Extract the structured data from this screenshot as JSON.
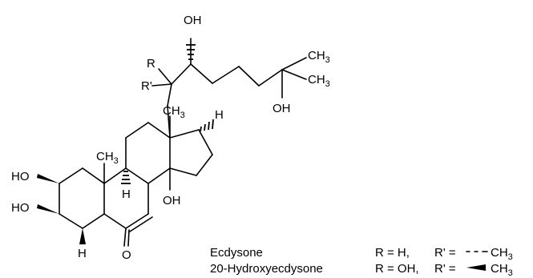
{
  "atom_labels": {
    "oh_side_top": "OH",
    "ch3_top_right_a": "CH",
    "ch3_top_right_a_sub": "3",
    "ch3_top_right_b": "CH",
    "ch3_top_right_b_sub": "3",
    "oh_side_bottom": "OH",
    "r_label": "R",
    "r_prime_label": "R'",
    "ch3_c13": "CH",
    "ch3_c13_sub": "3",
    "h_c17": "H",
    "ch3_c10": "CH",
    "ch3_c10_sub": "3",
    "h_c9": "H",
    "oh_c14": "OH",
    "ho_c2": "HO",
    "ho_c3": "HO",
    "h_c5": "H",
    "o_c6": "O"
  },
  "legend": {
    "rows": [
      {
        "name": "Ecdysone",
        "r": "R = H,",
        "rprime": "R' =",
        "ch3": "CH",
        "sub": "3"
      },
      {
        "name": "20-Hydroxyecdysone",
        "r": "R = OH,",
        "rprime": "R' =",
        "ch3": "CH",
        "sub": "3"
      }
    ]
  }
}
